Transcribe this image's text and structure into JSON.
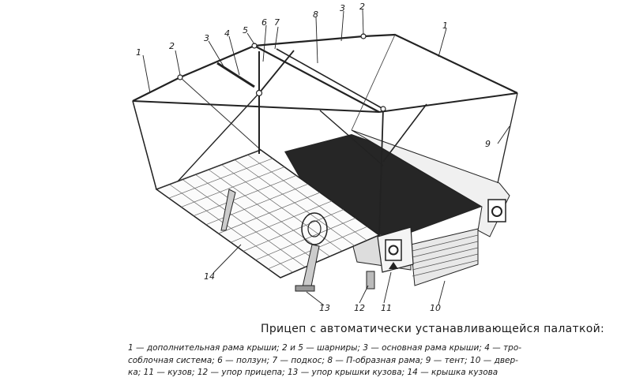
{
  "figure": {
    "title": "Прицеп с автоматически устанавливающейся палаткой:",
    "callouts": [
      "1",
      "2",
      "3",
      "4",
      "5",
      "6",
      "7",
      "8",
      "3",
      "2",
      "1",
      "9",
      "10",
      "11",
      "12",
      "13",
      "14"
    ],
    "legend_lines": [
      "1 — дополнительная рама крыши; 2 и 5 — шарниры; 3 — основная рама крыши; 4 — тро-",
      "соблочная система; 6 — ползун; 7 — подкос; 8 — П-образная рама; 9 — тент; 10 — двер-",
      "ка; 11 — кузов; 12 — упор прицепа; 13 — упор крышки кузова; 14 — крышка кузова"
    ]
  },
  "colors": {
    "ink": "#1a1a1a",
    "paper": "#ffffff",
    "dark_fill": "#2a2a2a"
  }
}
